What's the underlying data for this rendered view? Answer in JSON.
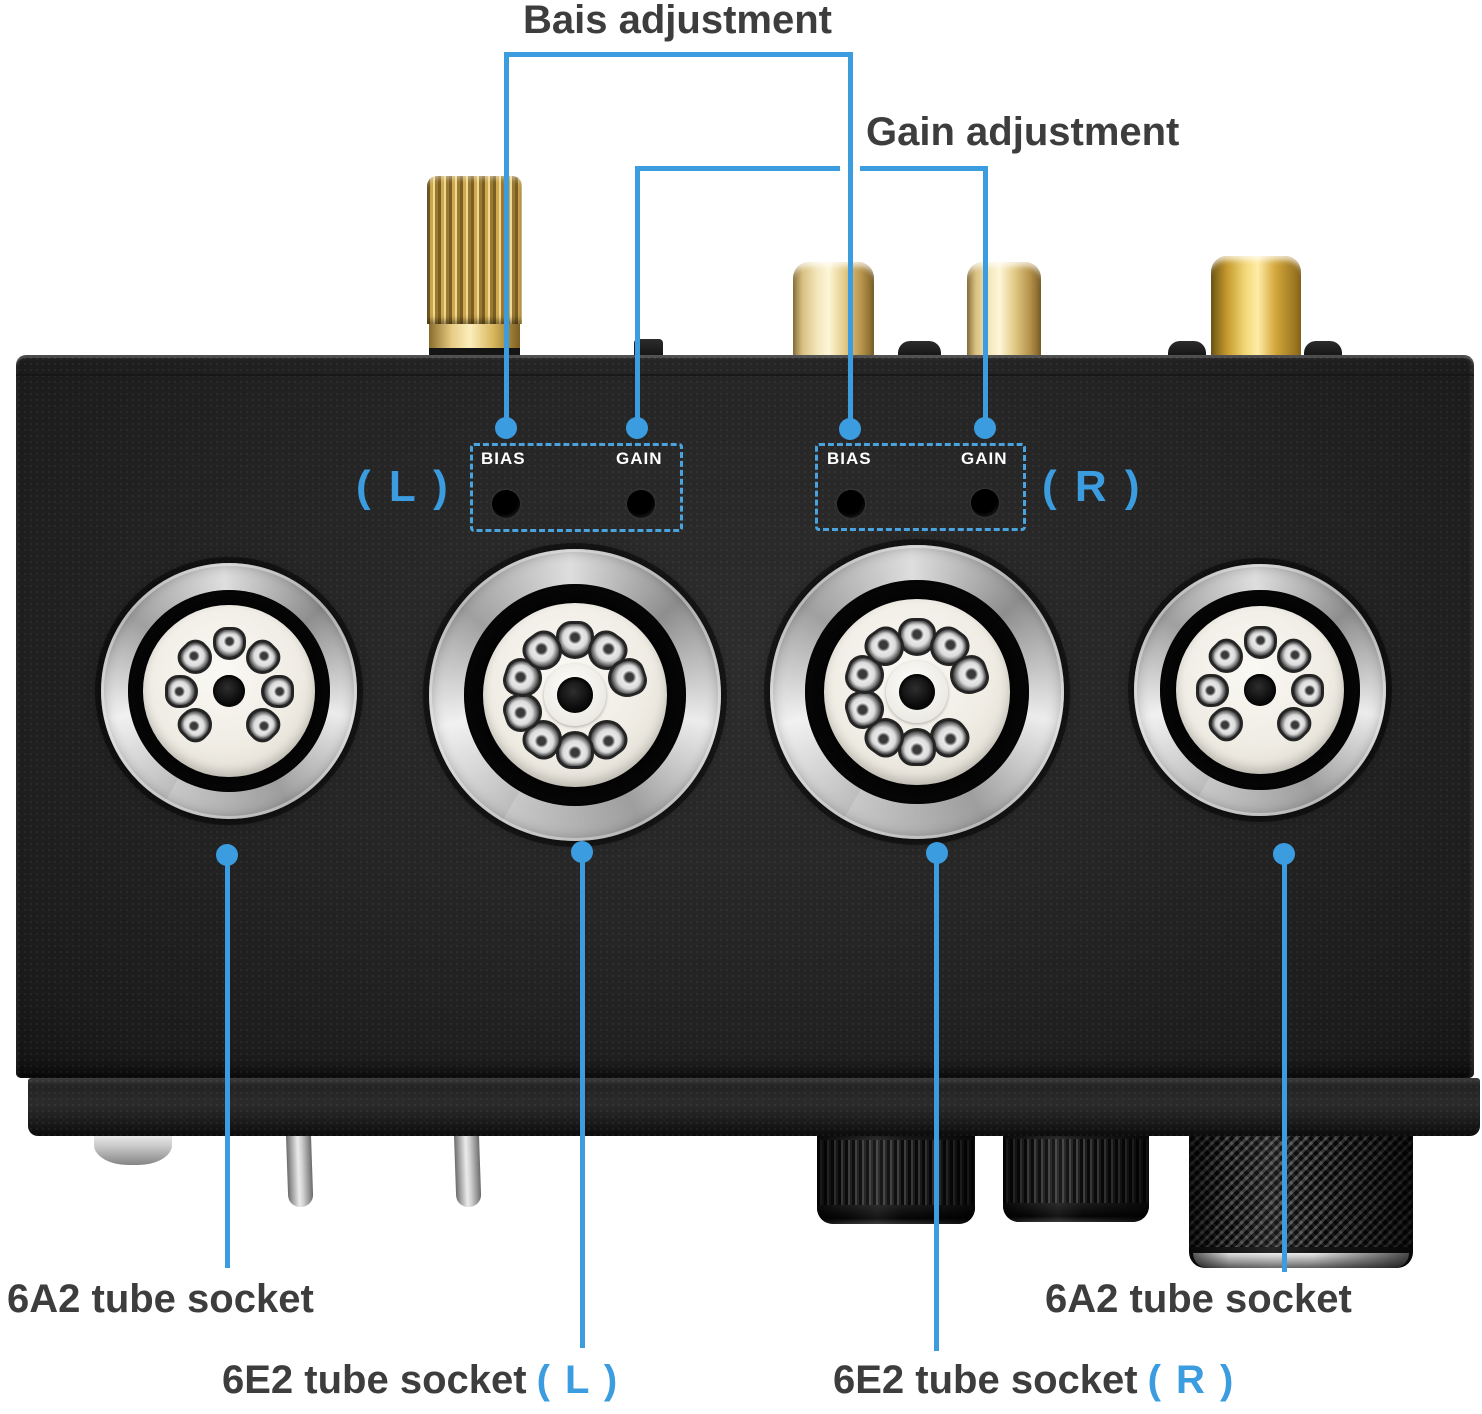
{
  "colors": {
    "annotation_blue": "#3b9cdf",
    "dashed_box_blue": "#4aa3dc",
    "label_dark_gray": "#3d3d3d",
    "panel_text_white": "#ffffff",
    "device_black": "#262626",
    "brass_gold": "#cfa94e",
    "rca_gold": "#f4e7bd",
    "socket_silver": "#c8c8c8"
  },
  "callouts": {
    "bias_label": "Bais adjustment",
    "gain_label": "Gain adjustment"
  },
  "device_markings": {
    "left_channel": "( L )",
    "right_channel": "( R )",
    "panels": [
      {
        "side": "left",
        "bias": "BIAS",
        "gain": "GAIN"
      },
      {
        "side": "right",
        "bias": "BIAS",
        "gain": "GAIN"
      }
    ]
  },
  "sockets": [
    {
      "type": "6A2",
      "pins": 7
    },
    {
      "type": "6E2",
      "pins": 9
    },
    {
      "type": "6E2",
      "pins": 9
    },
    {
      "type": "6A2",
      "pins": 7
    }
  ],
  "socket_labels": {
    "far_left": "6A2 tube socket",
    "center_left_text": "6E2 tube socket",
    "center_left_channel": "( L )",
    "center_right_text": "6E2 tube socket",
    "center_right_channel": "( R )",
    "far_right": "6A2 tube socket"
  }
}
